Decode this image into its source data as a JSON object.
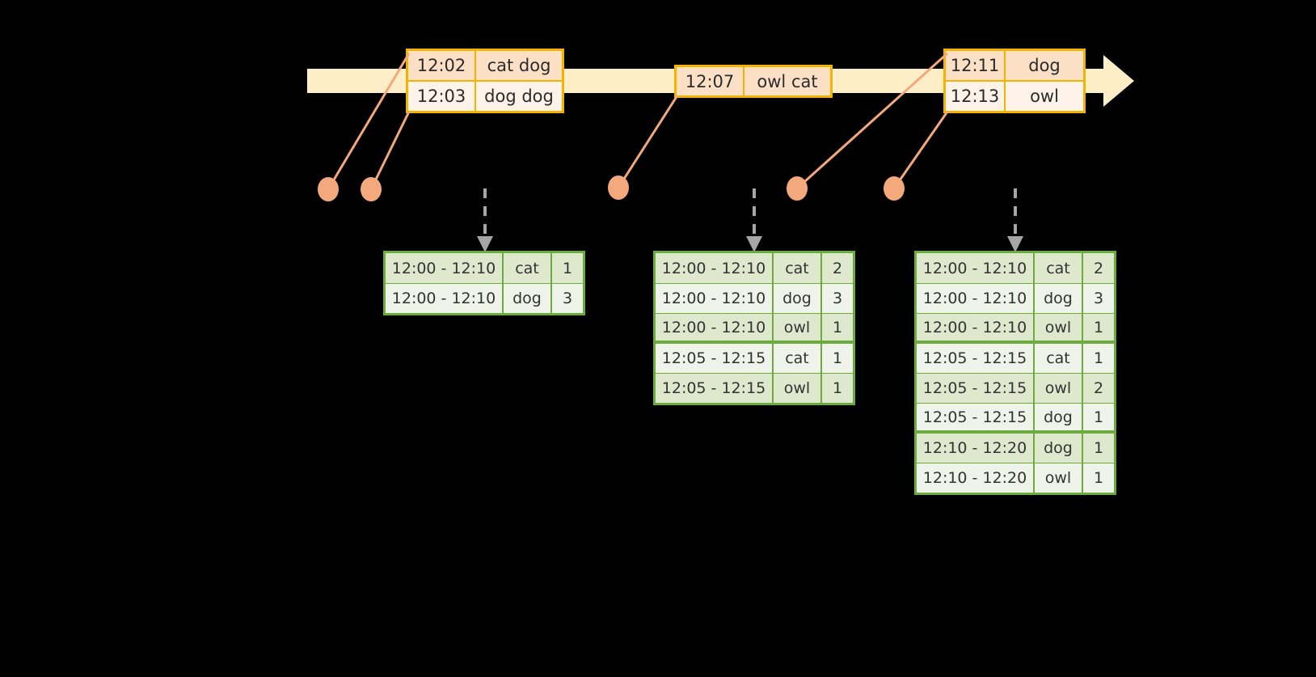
{
  "timeline": {
    "bar_color": "#fdeec8",
    "border_color": "#f5b301",
    "events": [
      {
        "id": "event-group-1",
        "rows": [
          {
            "time": "12:02",
            "words": "cat dog"
          },
          {
            "time": "12:03",
            "words": "dog dog"
          }
        ]
      },
      {
        "id": "event-group-2",
        "rows": [
          {
            "time": "12:07",
            "words": "owl cat"
          }
        ]
      },
      {
        "id": "event-group-3",
        "rows": [
          {
            "time": "12:11",
            "words": "dog"
          },
          {
            "time": "12:13",
            "words": "owl"
          }
        ]
      }
    ]
  },
  "dots": {
    "color": "#f4a97c",
    "count": 5
  },
  "arrows": {
    "color": "#a6a6a6",
    "count": 3
  },
  "tables": [
    {
      "id": "result-table-1",
      "border_color": "#6cab3e",
      "columns": [
        "window",
        "word",
        "count"
      ],
      "rows": [
        {
          "window": "12:00 - 12:10",
          "word": "cat",
          "count": "1",
          "band": "a",
          "group_end": false
        },
        {
          "window": "12:00 - 12:10",
          "word": "dog",
          "count": "3",
          "band": "b",
          "group_end": false
        }
      ]
    },
    {
      "id": "result-table-2",
      "border_color": "#6cab3e",
      "columns": [
        "window",
        "word",
        "count"
      ],
      "rows": [
        {
          "window": "12:00 - 12:10",
          "word": "cat",
          "count": "2",
          "band": "a",
          "group_end": false
        },
        {
          "window": "12:00 - 12:10",
          "word": "dog",
          "count": "3",
          "band": "b",
          "group_end": false
        },
        {
          "window": "12:00 - 12:10",
          "word": "owl",
          "count": "1",
          "band": "a",
          "group_end": true
        },
        {
          "window": "12:05 - 12:15",
          "word": "cat",
          "count": "1",
          "band": "b",
          "group_end": false
        },
        {
          "window": "12:05 - 12:15",
          "word": "owl",
          "count": "1",
          "band": "a",
          "group_end": false
        }
      ]
    },
    {
      "id": "result-table-3",
      "border_color": "#6cab3e",
      "columns": [
        "window",
        "word",
        "count"
      ],
      "rows": [
        {
          "window": "12:00 - 12:10",
          "word": "cat",
          "count": "2",
          "band": "a",
          "group_end": false
        },
        {
          "window": "12:00 - 12:10",
          "word": "dog",
          "count": "3",
          "band": "b",
          "group_end": false
        },
        {
          "window": "12:00 - 12:10",
          "word": "owl",
          "count": "1",
          "band": "a",
          "group_end": true
        },
        {
          "window": "12:05 - 12:15",
          "word": "cat",
          "count": "1",
          "band": "b",
          "group_end": false
        },
        {
          "window": "12:05 - 12:15",
          "word": "owl",
          "count": "2",
          "band": "a",
          "group_end": false
        },
        {
          "window": "12:05 - 12:15",
          "word": "dog",
          "count": "1",
          "band": "b",
          "group_end": true
        },
        {
          "window": "12:10 - 12:20",
          "word": "dog",
          "count": "1",
          "band": "a",
          "group_end": false
        },
        {
          "window": "12:10 - 12:20",
          "word": "owl",
          "count": "1",
          "band": "b",
          "group_end": false
        }
      ]
    }
  ]
}
